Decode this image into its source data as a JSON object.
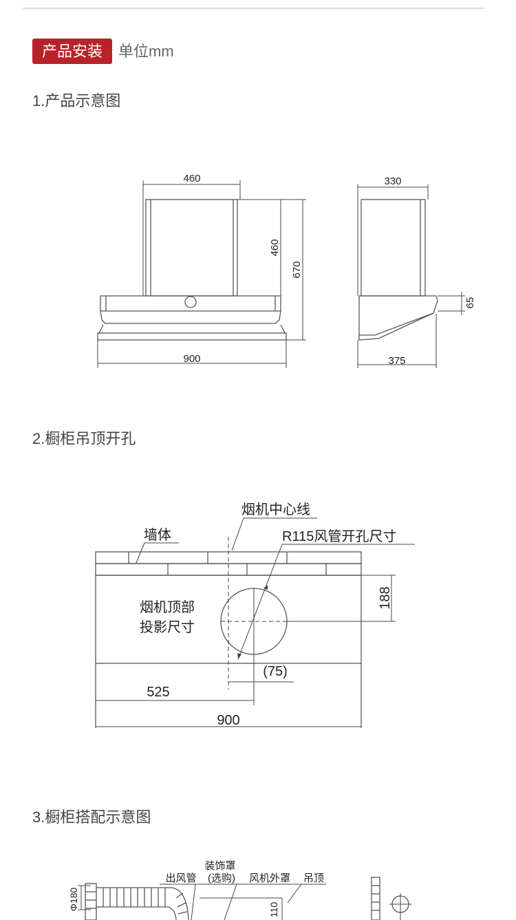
{
  "header": {
    "badge": "产品安装",
    "unit": "单位mm"
  },
  "sections": {
    "s1": "1.产品示意图",
    "s2": "2.橱柜吊顶开孔",
    "s3": "3.橱柜搭配示意图"
  },
  "fig1": {
    "w_top": "460",
    "h_upper": "460",
    "h_total": "670",
    "w_bottom": "900",
    "d_top": "330",
    "h_side": "65",
    "d_bottom": "375"
  },
  "fig2": {
    "center_line": "烟机中心线",
    "wall": "墙体",
    "hole": "R115风管开孔尺寸",
    "projection_1": "烟机顶部",
    "projection_2": "投影尺寸",
    "dim_188": "188",
    "dim_75": "(75)",
    "dim_525": "525",
    "dim_900": "900"
  },
  "fig3": {
    "cover": "装饰罩",
    "outlet": "出风管",
    "optional": "(选购)",
    "fan_cover": "风机外罩",
    "ceiling": "吊顶",
    "d180": "Φ180",
    "d110": "110"
  }
}
